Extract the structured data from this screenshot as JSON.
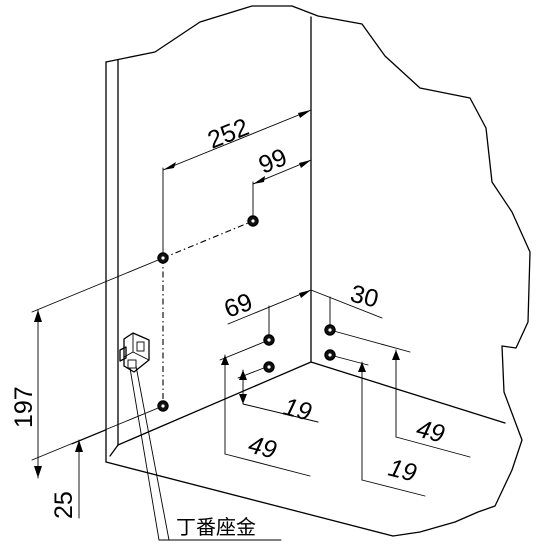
{
  "dimensions": {
    "d252": "252",
    "d99": "99",
    "d69": "69",
    "d30": "30",
    "d197": "197",
    "d25": "25",
    "d19_left": "19",
    "d49_left": "49",
    "d19_right": "19",
    "d49_right": "49"
  },
  "part_label": "丁番座金"
}
